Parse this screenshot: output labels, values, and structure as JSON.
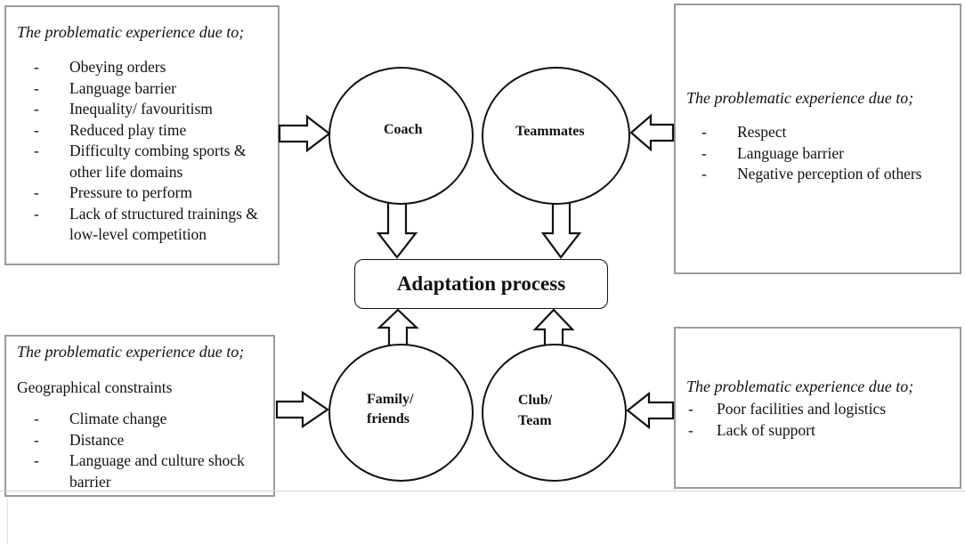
{
  "boxes": {
    "top_left": {
      "title": "The problematic experience due to;",
      "items": [
        "Obeying orders",
        "Language barrier",
        "Inequality/ favouritism",
        "Reduced play time",
        "Difficulty combing sports & other life domains",
        "Pressure to perform",
        "Lack of structured trainings & low-level competition"
      ]
    },
    "top_right": {
      "title": "The problematic experience due to;",
      "items": [
        "Respect",
        "Language barrier",
        "Negative perception of others"
      ]
    },
    "bottom_left": {
      "title": "The problematic experience due to;",
      "subtitle": "Geographical constraints",
      "items": [
        "Climate change",
        "Distance",
        "Language and culture shock barrier"
      ]
    },
    "bottom_right": {
      "title": "The problematic experience due to;",
      "items": [
        "Poor facilities and logistics",
        "Lack of support"
      ]
    }
  },
  "circles": {
    "coach": "Coach",
    "teammates": "Teammates",
    "family_line1": "Family/",
    "family_line2": "friends",
    "club_line1": "Club/",
    "club_line2": "Team"
  },
  "center": {
    "label": "Adaptation process"
  }
}
